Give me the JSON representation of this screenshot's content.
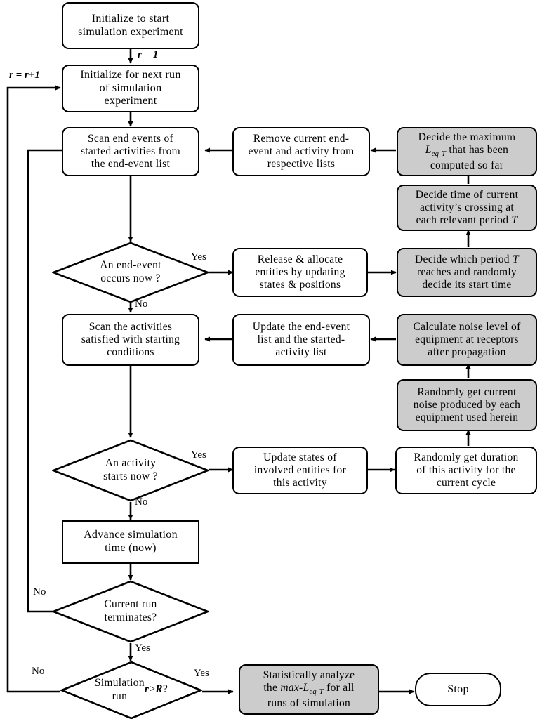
{
  "diagram": {
    "title": "Simulation experiment flowchart",
    "colors": {
      "gray_fill": "#cccccc",
      "white_fill": "#ffffff",
      "stroke": "#000000"
    }
  },
  "nodes": {
    "initialize_start": {
      "label": "Initialize to start simulation experiment",
      "shape": "rounded-rect",
      "fill": "#ffffff"
    },
    "initialize_next_run": {
      "label": "Initialize for next run of simulation experiment",
      "shape": "rounded-rect",
      "fill": "#ffffff"
    },
    "scan_end_events": {
      "label": "Scan end events of started activities from the end-event list",
      "shape": "rounded-rect",
      "fill": "#ffffff"
    },
    "remove_current": {
      "label": "Remove current end-event and activity from respective lists",
      "shape": "rounded-rect",
      "fill": "#ffffff"
    },
    "decide_max_leqt": {
      "label": "Decide the maximum Leq-T that has been computed so far",
      "shape": "rounded-rect",
      "fill": "#cccccc"
    },
    "decide_time_crossing": {
      "label": "Decide time of current activity's crossing at each relevant period T",
      "shape": "rounded-rect",
      "fill": "#cccccc"
    },
    "end_event_occurs": {
      "label": "An end-event occurs now ?",
      "shape": "diamond",
      "fill": "#ffffff"
    },
    "release_allocate": {
      "label": "Release & allocate entities by updating states & positions",
      "shape": "rounded-rect",
      "fill": "#ffffff"
    },
    "decide_period": {
      "label": "Decide which period T reaches and randomly decide its start time",
      "shape": "rounded-rect",
      "fill": "#cccccc"
    },
    "scan_activities": {
      "label": "Scan the activities satisfied with starting conditions",
      "shape": "rounded-rect",
      "fill": "#ffffff"
    },
    "update_lists": {
      "label": "Update the end-event list and the started-activity list",
      "shape": "rounded-rect",
      "fill": "#ffffff"
    },
    "calculate_noise": {
      "label": "Calculate noise level of equipment at receptors after propagation",
      "shape": "rounded-rect",
      "fill": "#cccccc"
    },
    "randomly_get_noise": {
      "label": "Randomly get current noise produced by each equipment used herein",
      "shape": "rounded-rect",
      "fill": "#cccccc"
    },
    "activity_starts": {
      "label": "An activity starts now ?",
      "shape": "diamond",
      "fill": "#ffffff"
    },
    "update_states": {
      "label": "Update states of involved entities for this activity",
      "shape": "rounded-rect",
      "fill": "#ffffff"
    },
    "randomly_get_duration": {
      "label": "Randomly get duration of this activity for the current cycle",
      "shape": "rounded-rect",
      "fill": "#ffffff"
    },
    "advance_time": {
      "label": "Advance simulation time (now)",
      "shape": "rect",
      "fill": "#ffffff"
    },
    "current_run_terminates": {
      "label": "Current run terminates?",
      "shape": "diamond",
      "fill": "#ffffff"
    },
    "simulation_run_check": {
      "label": "Simulation run r > R ?",
      "shape": "diamond",
      "fill": "#ffffff"
    },
    "statistically_analyze": {
      "label": "Statistically analyze the max-Leq-T for all runs of simulation",
      "shape": "rounded-rect",
      "fill": "#cccccc"
    },
    "stop": {
      "label": "Stop",
      "shape": "stadium",
      "fill": "#ffffff"
    }
  },
  "edge_labels": {
    "r_equals_1": "r = 1",
    "r_increment": "r = r+1",
    "yes_end_event": "Yes",
    "no_end_event": "No",
    "yes_activity": "Yes",
    "no_activity": "No",
    "no_current_run": "No",
    "yes_current_run": "Yes",
    "no_simulation_run": "No",
    "yes_simulation_run": "Yes"
  }
}
